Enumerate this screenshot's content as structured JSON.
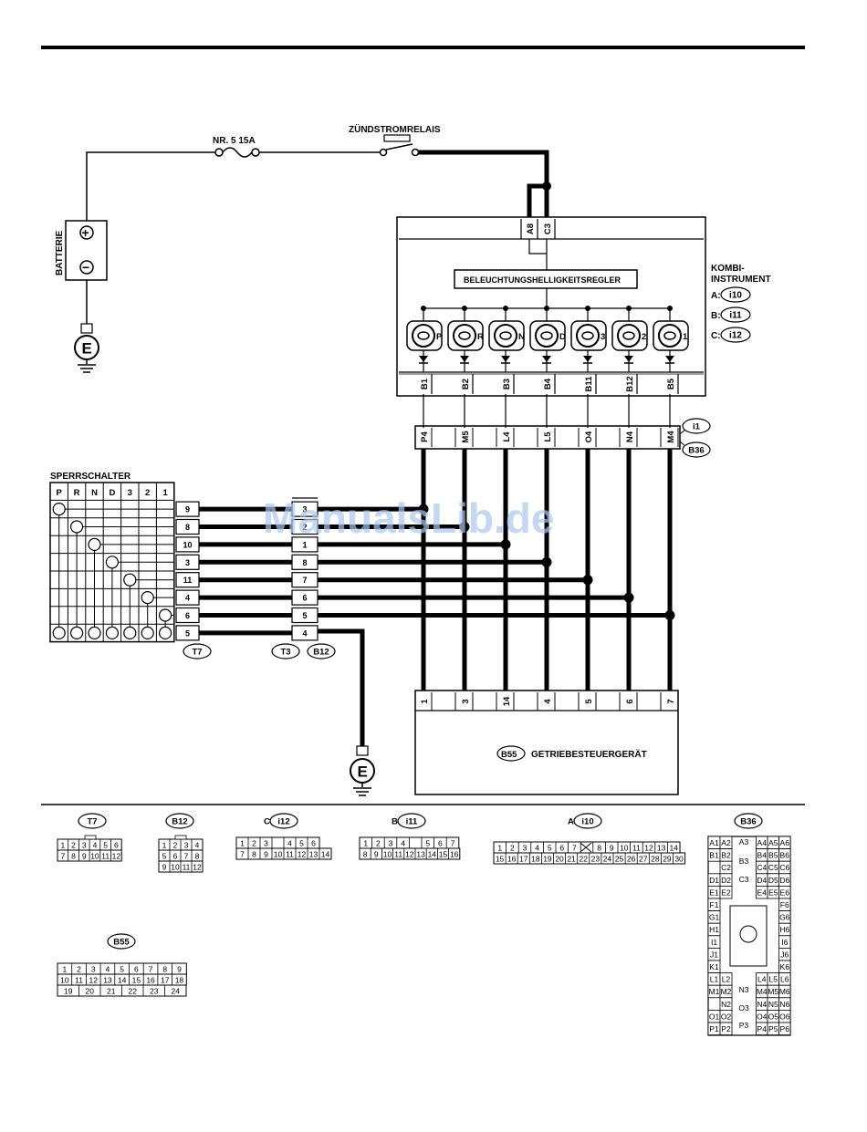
{
  "watermark": "ManualsLib.de",
  "supply": {
    "fuse": "NR. 5 15A",
    "relay": "ZÜNDSTROMRELAIS",
    "battery": "BATTERIE",
    "plus": "+",
    "minus": "−",
    "earth": "E"
  },
  "kombi": {
    "title_line1": "KOMBI-",
    "title_line2": "INSTRUMENT",
    "regulator": "BELEUCHTUNGSHELLIGKEITSREGLER",
    "power_pins": [
      "A8",
      "C3"
    ],
    "conn_labels": [
      {
        "prefix": "A:",
        "code": "i10"
      },
      {
        "prefix": "B:",
        "code": "i11"
      },
      {
        "prefix": "C:",
        "code": "i12"
      }
    ],
    "lamps": [
      "P",
      "R",
      "N",
      "D",
      "3",
      "2",
      "1"
    ],
    "pins": [
      "B1",
      "B2",
      "B3",
      "B4",
      "B11",
      "B12",
      "B5"
    ]
  },
  "midconn": {
    "pins": [
      "P4",
      "M5",
      "L4",
      "L5",
      "O4",
      "N4",
      "M4"
    ],
    "tags": [
      "i1",
      "B36"
    ]
  },
  "switch": {
    "title": "SPERRSCHALTER",
    "positions": [
      "P",
      "R",
      "N",
      "D",
      "3",
      "2",
      "1"
    ],
    "t7_pins": [
      "9",
      "8",
      "10",
      "3",
      "11",
      "4",
      "6",
      "5"
    ],
    "t3_pins": [
      "3",
      "2",
      "1",
      "8",
      "7",
      "6",
      "5",
      "4"
    ],
    "tags": [
      "T7",
      "T3",
      "B12"
    ]
  },
  "tcu": {
    "tag": "B55",
    "name": "GETRIEBESTEUERGERÄT",
    "pins": [
      "1",
      "3",
      "14",
      "4",
      "5",
      "6",
      "7"
    ]
  },
  "connector_views": {
    "t7": {
      "tag": "T7",
      "row1": [
        "1",
        "2",
        "3",
        "4",
        "5",
        "6"
      ],
      "row2": [
        "7",
        "8",
        "9",
        "10",
        "11",
        "12"
      ]
    },
    "b12": {
      "tag": "B12",
      "row1": [
        "1",
        "2",
        "3",
        "4"
      ],
      "row2": [
        "5",
        "6",
        "7",
        "8"
      ],
      "row3": [
        "9",
        "10",
        "11",
        "12"
      ]
    },
    "i12": {
      "prefix": "C:",
      "tag": "i12",
      "row1": [
        "1",
        "2",
        "3",
        "",
        "4",
        "5",
        "6"
      ],
      "row2": [
        "7",
        "8",
        "9",
        "10",
        "11",
        "12",
        "13",
        "14"
      ]
    },
    "i11": {
      "prefix": "B:",
      "tag": "i11",
      "row1": [
        "1",
        "2",
        "3",
        "4",
        "",
        "5",
        "6",
        "7"
      ],
      "row2": [
        "8",
        "9",
        "10",
        "11",
        "12",
        "13",
        "14",
        "15",
        "16"
      ]
    },
    "i10": {
      "prefix": "A:",
      "tag": "i10",
      "row1": [
        "1",
        "2",
        "3",
        "4",
        "5",
        "6",
        "7",
        "",
        "8",
        "9",
        "10",
        "11",
        "12",
        "13",
        "14"
      ],
      "row2": [
        "15",
        "16",
        "17",
        "18",
        "19",
        "20",
        "21",
        "22",
        "23",
        "24",
        "25",
        "26",
        "27",
        "28",
        "29",
        "30"
      ]
    },
    "b55": {
      "tag": "B55",
      "row1": [
        "1",
        "2",
        "3",
        "4",
        "5",
        "6",
        "7",
        "8",
        "9"
      ],
      "row2": [
        "10",
        "11",
        "12",
        "13",
        "14",
        "15",
        "16",
        "17",
        "18"
      ],
      "row3": [
        "19",
        "20",
        "21",
        "22",
        "23",
        "24"
      ]
    },
    "b36": {
      "tag": "B36",
      "left_rows": [
        [
          "A1",
          "A2"
        ],
        [
          "B1",
          "B2"
        ],
        [
          "",
          "C2"
        ],
        [
          "D1",
          "D2"
        ],
        [
          "E1",
          "E2"
        ],
        [
          "F1"
        ],
        [
          "G1"
        ],
        [
          "H1"
        ],
        [
          "I1"
        ],
        [
          "J1"
        ],
        [
          "K1"
        ],
        [
          "L1",
          "L2"
        ],
        [
          "M1",
          "M2"
        ],
        [
          "",
          "N2"
        ],
        [
          "O1",
          "O2"
        ],
        [
          "P1",
          "P2"
        ]
      ],
      "right_rows": [
        [
          "A4",
          "A5",
          "A6"
        ],
        [
          "B4",
          "B5",
          "B6"
        ],
        [
          "C4",
          "C5",
          "C6"
        ],
        [
          "D4",
          "D5",
          "D6"
        ],
        [
          "E4",
          "E5",
          "E6"
        ],
        [
          "F6"
        ],
        [
          "G6"
        ],
        [
          "H6"
        ],
        [
          "I6"
        ],
        [
          "J6"
        ],
        [
          "K6"
        ],
        [
          "L4",
          "L5",
          "L6"
        ],
        [
          "M4",
          "M5",
          "M6"
        ],
        [
          "N4",
          "N5",
          "N6"
        ],
        [
          "O4",
          "O5",
          "O6"
        ],
        [
          "P4",
          "P5",
          "P6"
        ]
      ],
      "mid": [
        "A3",
        "B3",
        "C3",
        "N3",
        "O3",
        "P3"
      ]
    }
  }
}
